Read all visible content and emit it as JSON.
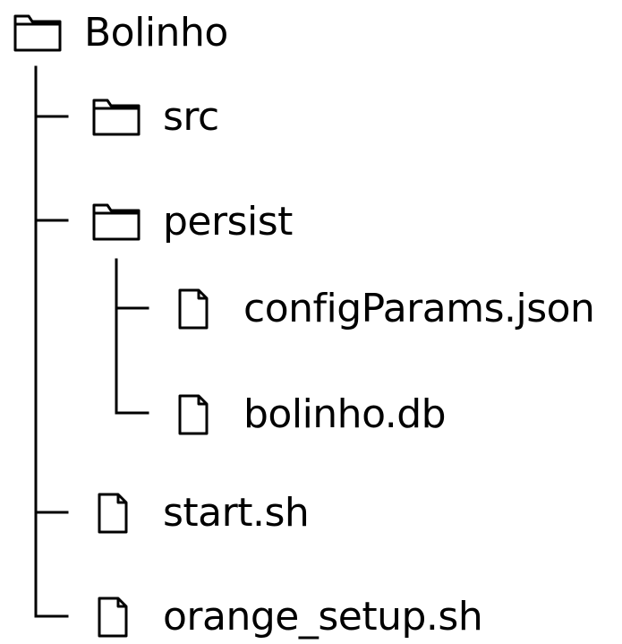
{
  "tree": {
    "root": {
      "label": "Bolinho",
      "icon": "folder-icon"
    },
    "src": {
      "label": "src",
      "icon": "folder-icon"
    },
    "persist": {
      "label": "persist",
      "icon": "folder-icon"
    },
    "config": {
      "label": "configParams.json",
      "icon": "file-icon"
    },
    "db": {
      "label": "bolinho.db",
      "icon": "file-icon"
    },
    "start": {
      "label": "start.sh",
      "icon": "file-icon"
    },
    "orange": {
      "label": "orange_setup.sh",
      "icon": "file-icon"
    }
  }
}
